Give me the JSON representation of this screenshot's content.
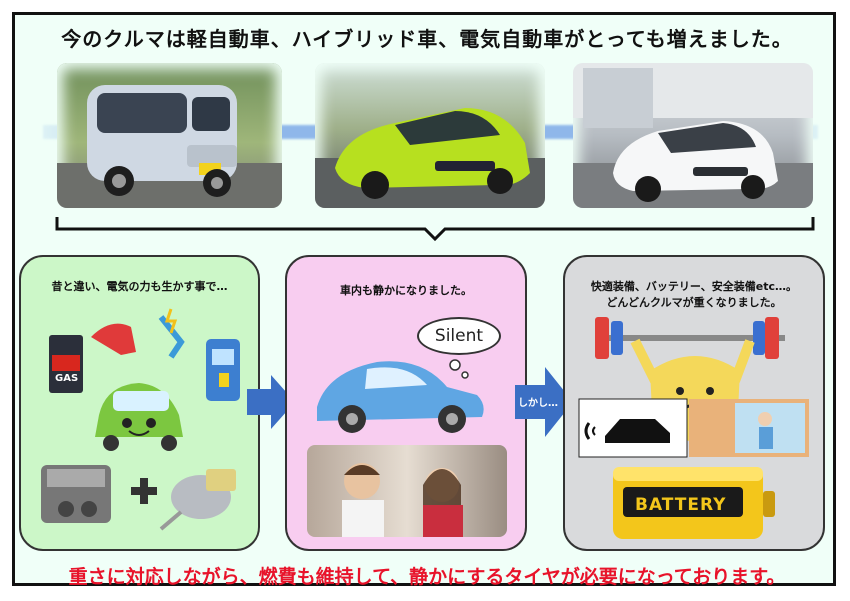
{
  "headline": "今のクルマは軽自動車、ハイブリッド車、電気自動車がとっても増えました。",
  "photos": [
    "kei-car-photo",
    "hybrid-car-photo",
    "electric-car-photo"
  ],
  "panel1": {
    "text": "昔と違い、電気の力も生かす事で…",
    "gas_label": "GAS"
  },
  "panel2": {
    "text": "車内も静かになりました。",
    "bubble": "Silent"
  },
  "arrow2_label": "しかし…",
  "panel3": {
    "line1": "快適装備、バッテリー、安全装備etc…。",
    "line2": "どんどんクルマが重くなりました。",
    "battery_label": "BATTERY"
  },
  "bottom_message": "重さに対応しながら、燃費も維持して、静かにするタイヤが必要になっております。",
  "colors": {
    "accent_red": "#e8132a",
    "panel1_bg": "#ccf7c8",
    "panel2_bg": "#f8cdf0",
    "panel3_bg": "#d9dadc",
    "arrow_blue": "#3b6fc4"
  }
}
